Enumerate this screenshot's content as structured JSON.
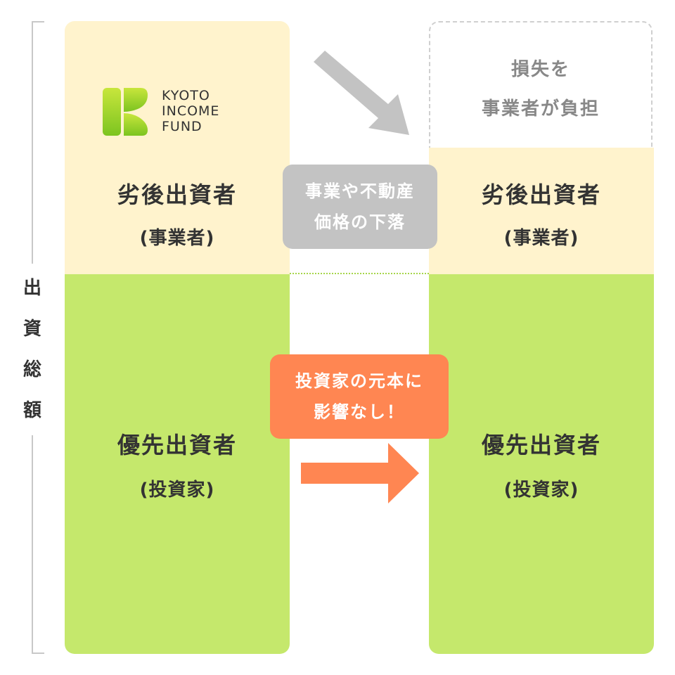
{
  "bracket": {
    "chars": [
      "出",
      "資",
      "総",
      "額"
    ]
  },
  "left_column": {
    "logo": {
      "lines": [
        "KYOTO",
        "INCOME",
        "FUND"
      ],
      "accent": "#8ccd1e"
    },
    "subordinate": {
      "title": "劣後出資者",
      "sub": "(事業者)"
    },
    "senior": {
      "title": "優先出資者",
      "sub": "(投資家)"
    }
  },
  "right_column": {
    "loss": {
      "lines": [
        "損失を",
        "事業者が負担"
      ]
    },
    "subordinate": {
      "title": "劣後出資者",
      "sub": "(事業者)"
    },
    "senior": {
      "title": "優先出資者",
      "sub": "(投資家)"
    }
  },
  "callouts": {
    "price_drop": {
      "lines": [
        "事業や不動産",
        "価格の下落"
      ]
    },
    "no_impact": {
      "lines": [
        "投資家の元本に",
        "影響なし！"
      ]
    }
  },
  "colors": {
    "subordinate_bg": "#fff3cd",
    "senior_bg": "#c5e86c",
    "gray_callout": "#c3c3c3",
    "orange_callout": "#ff8652",
    "gray_arrow": "#c3c3c3",
    "orange_arrow": "#ff8652"
  }
}
